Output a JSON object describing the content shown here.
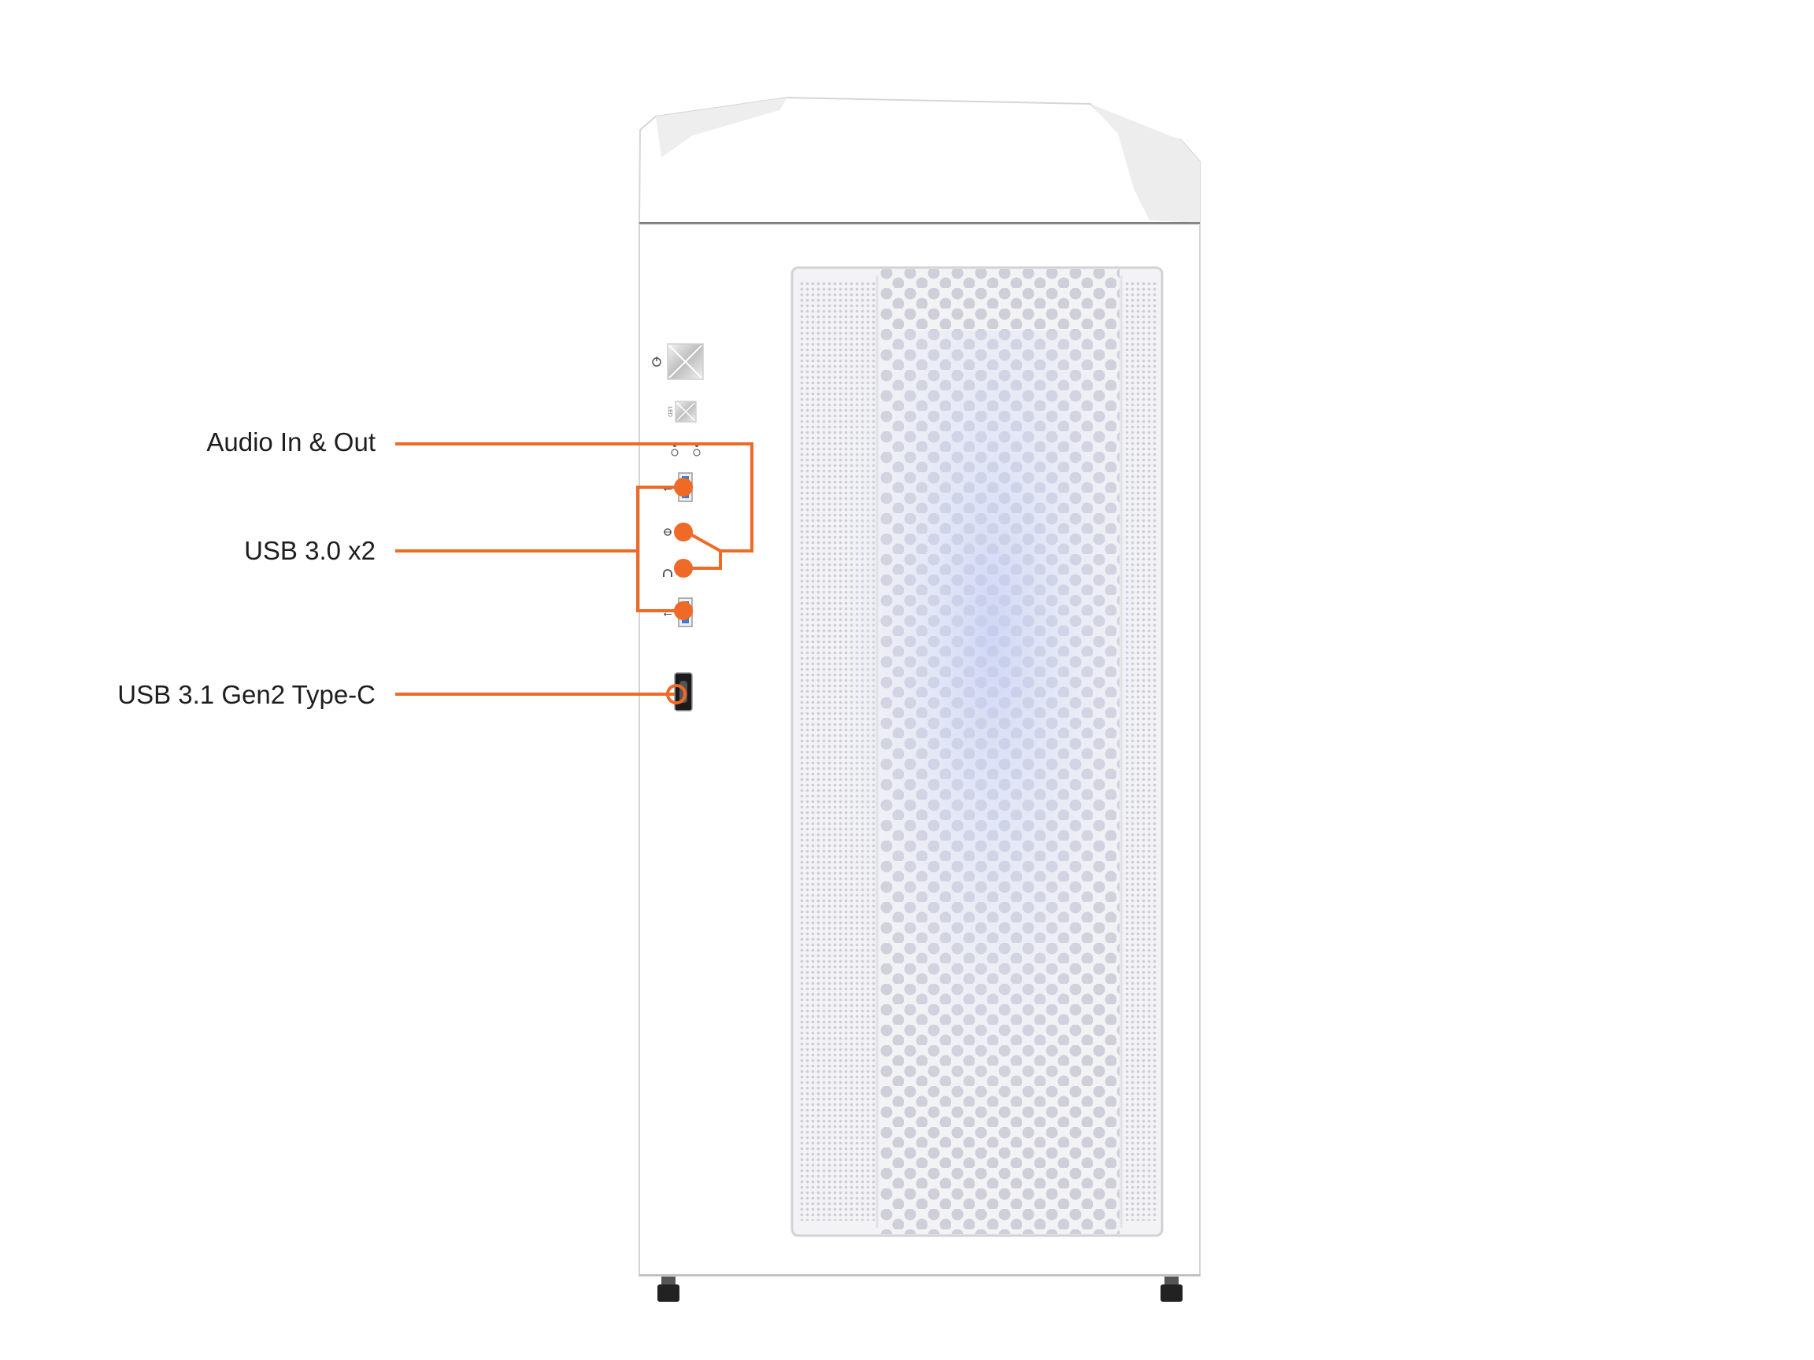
{
  "callouts": {
    "audio": "Audio In & Out",
    "usb3": "USB 3.0 x2",
    "usbc": "USB 3.1 Gen2 Type-C"
  },
  "io_marks": {
    "led": "LED"
  },
  "colors": {
    "accent": "#ee6a26",
    "case_body": "#ffffff",
    "case_edge": "#d8d8d8",
    "mesh_bg": "#f2f2f4",
    "mesh_hole": "#c9c9d4",
    "mesh_glow": "#b9c4ef",
    "feet": "#222222",
    "usb_blue": "#3a7bd5"
  },
  "icons": [
    "power-icon",
    "usb-icon",
    "microphone-icon",
    "headphone-icon",
    "usb-c-port-icon"
  ]
}
